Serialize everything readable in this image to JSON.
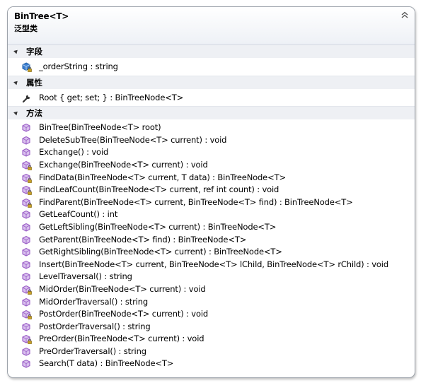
{
  "header": {
    "title": "BinTree<T>",
    "subtitle": "泛型类"
  },
  "sections": {
    "fields": {
      "label": "字段",
      "items": [
        {
          "text": "_orderString : string",
          "icon": "field-private-icon"
        }
      ]
    },
    "properties": {
      "label": "属性",
      "items": [
        {
          "text": "Root { get; set; } : BinTreeNode<T>",
          "icon": "property-wrench-icon"
        }
      ]
    },
    "methods": {
      "label": "方法",
      "items": [
        {
          "text": "BinTree(BinTreeNode<T> root)",
          "private": false
        },
        {
          "text": "DeleteSubTree(BinTreeNode<T> current) : void",
          "private": false
        },
        {
          "text": "Exchange() : void",
          "private": false
        },
        {
          "text": "Exchange(BinTreeNode<T> current) : void",
          "private": true
        },
        {
          "text": "FindData(BinTreeNode<T> current, T data) : BinTreeNode<T>",
          "private": true
        },
        {
          "text": "FindLeafCount(BinTreeNode<T> current, ref int count) : void",
          "private": true
        },
        {
          "text": "FindParent(BinTreeNode<T> current, BinTreeNode<T> find) : BinTreeNode<T>",
          "private": true
        },
        {
          "text": "GetLeafCount() : int",
          "private": false
        },
        {
          "text": "GetLeftSibling(BinTreeNode<T> current) : BinTreeNode<T>",
          "private": false
        },
        {
          "text": "GetParent(BinTreeNode<T> find) : BinTreeNode<T>",
          "private": false
        },
        {
          "text": "GetRightSibling(BinTreeNode<T> current) : BinTreeNode<T>",
          "private": false
        },
        {
          "text": "Insert(BinTreeNode<T> current, BinTreeNode<T> lChild, BinTreeNode<T> rChild) : void",
          "private": false
        },
        {
          "text": "LevelTraversal() : string",
          "private": false
        },
        {
          "text": "MidOrder(BinTreeNode<T> current) : void",
          "private": true
        },
        {
          "text": "MidOrderTraversal() : string",
          "private": false
        },
        {
          "text": "PostOrder(BinTreeNode<T> current) : void",
          "private": true
        },
        {
          "text": "PostOrderTraversal() : string",
          "private": false
        },
        {
          "text": "PreOrder(BinTreeNode<T> current) : void",
          "private": true
        },
        {
          "text": "PreOrderTraversal() : string",
          "private": false
        },
        {
          "text": "Search(T data) : BinTreeNode<T>",
          "private": false
        }
      ]
    }
  },
  "colors": {
    "method_icon": "#9b5fc7",
    "field_icon": "#1f5fa6",
    "lock": "#c9a227",
    "border": "#9da3ab"
  }
}
